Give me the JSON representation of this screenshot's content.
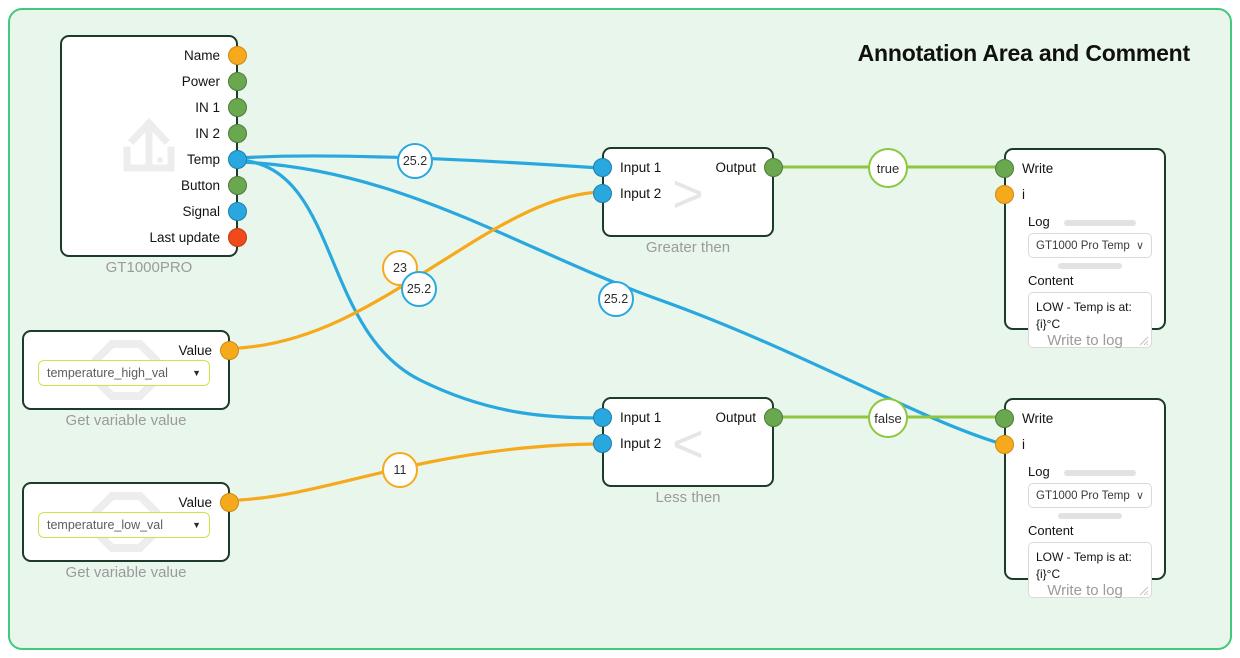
{
  "annotation": {
    "title": "Annotation Area and Comment",
    "border_color": "#42c87d",
    "fill_color": "#e9f6ec"
  },
  "palette": {
    "port_orange": "#f6a91b",
    "port_green": "#6aa84f",
    "port_blue": "#29a8e0",
    "port_red": "#f04a1a",
    "edge_blue": "#29a8e0",
    "edge_orange": "#f6a91b",
    "edge_lime": "#8dc63f",
    "node_border": "#1d3b2a",
    "caption_gray": "#9b9b9b"
  },
  "nodes": {
    "device": {
      "caption": "GT1000PRO",
      "watermark": "upload-device-icon",
      "ports": [
        {
          "label": "Name",
          "color": "orange"
        },
        {
          "label": "Power",
          "color": "green"
        },
        {
          "label": "IN 1",
          "color": "green"
        },
        {
          "label": "IN 2",
          "color": "green"
        },
        {
          "label": "Temp",
          "color": "blue"
        },
        {
          "label": "Button",
          "color": "green"
        },
        {
          "label": "Signal",
          "color": "blue"
        },
        {
          "label": "Last update",
          "color": "red"
        }
      ]
    },
    "greater_then": {
      "caption": "Greater then",
      "glyph": ">",
      "inputs": [
        {
          "label": "Input 1",
          "color": "blue"
        },
        {
          "label": "Input 2",
          "color": "blue"
        }
      ],
      "output": {
        "label": "Output",
        "color": "green"
      }
    },
    "less_then": {
      "caption": "Less then",
      "glyph": "<",
      "inputs": [
        {
          "label": "Input 1",
          "color": "blue"
        },
        {
          "label": "Input 2",
          "color": "blue"
        }
      ],
      "output": {
        "label": "Output",
        "color": "green"
      }
    },
    "var_high": {
      "caption": "Get variable value",
      "output_label": "Value",
      "output_color": "orange",
      "select_value": "temperature_high_val",
      "watermark": "variable-octagon-icon"
    },
    "var_low": {
      "caption": "Get variable value",
      "output_label": "Value",
      "output_color": "orange",
      "select_value": "temperature_low_val",
      "watermark": "variable-octagon-icon"
    },
    "log_high": {
      "caption": "Write to log",
      "inputs": [
        {
          "label": "Write",
          "color": "green"
        },
        {
          "label": "i",
          "color": "orange"
        }
      ],
      "log_label": "Log",
      "log_value": "GT1000 Pro Temp",
      "content_label": "Content",
      "content_value": "LOW - Temp is at: {i}°C"
    },
    "log_low": {
      "caption": "Write to log",
      "inputs": [
        {
          "label": "Write",
          "color": "green"
        },
        {
          "label": "i",
          "color": "orange"
        }
      ],
      "log_label": "Log",
      "log_value": "GT1000 Pro Temp",
      "content_label": "Content",
      "content_value": "LOW - Temp is at: {i}°C"
    }
  },
  "edge_badges": {
    "temp_to_gt": "25.2",
    "temp_mid": "25.2",
    "temp_to_lt": "25.2",
    "var_high_val": "23",
    "var_low_val": "11",
    "gt_true": "true",
    "lt_false": "false"
  }
}
